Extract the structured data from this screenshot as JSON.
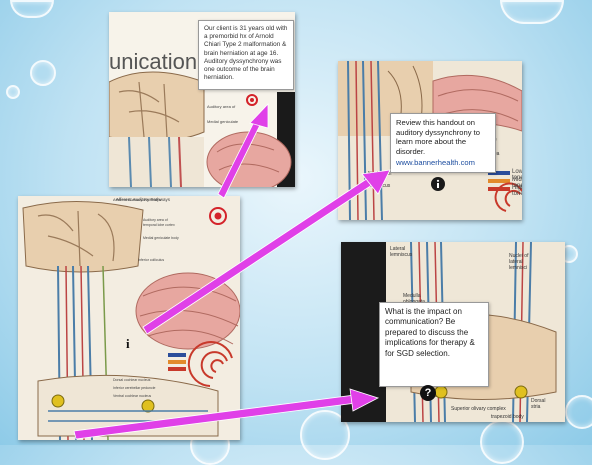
{
  "slide": {
    "title_fragment": "unication? Be"
  },
  "panels": {
    "top_left": {
      "callout": "Our client is 31 years old with a premorbid hx of Arnold Chiari Type 2 malformation & brain herniation at age 16. Auditory dyssynchrony was one outcome of the brain herniation."
    },
    "top_right": {
      "callout_text": "Review this handout on auditory dyssynchrony to learn more about the disorder.",
      "link": "www.bannerhealth.com",
      "legend": [
        "Low tones",
        "Middle tones",
        "High tones"
      ]
    },
    "main": {
      "title": "Afferent Auditory Pathways",
      "info_glyph": "i"
    },
    "bottom_right": {
      "callout": "What is the impact on communication? Be prepared to discuss the implications for therapy & for SGD selection.",
      "help_glyph": "?"
    }
  },
  "colors": {
    "arrow": "#e040e8",
    "brain_tissue": "#e8cfae",
    "brain_pink": "#e7a7a0",
    "dark_panel": "#222222",
    "target_red": "#d4232a"
  },
  "icons": [
    "info-circle-icon",
    "question-circle-icon",
    "target-icon"
  ]
}
